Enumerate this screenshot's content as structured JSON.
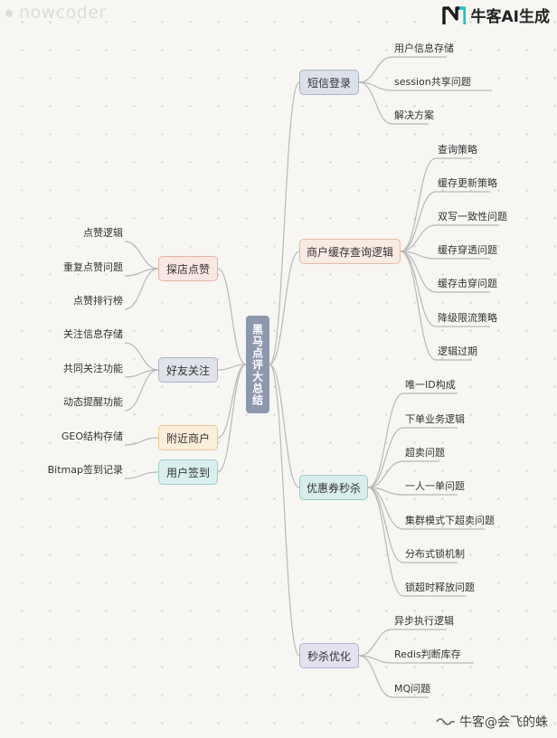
{
  "watermark_top": "nowcoder",
  "brand": {
    "text": "牛客AI生成",
    "logo_icon": "nowcoder-logo-icon"
  },
  "watermark_bottom": {
    "icon": "nowcoder-mini-logo-icon",
    "text": "牛客@会飞的蛛"
  },
  "root": "黑马点评大总结",
  "branches_right": [
    {
      "label": "短信登录",
      "color": "#dbe0ea",
      "leaves": [
        "用户信息存储",
        "session共享问题",
        "解决方案"
      ]
    },
    {
      "label": "商户缓存查询逻辑",
      "color": "#f9eae2",
      "leaves": [
        "查询策略",
        "缓存更新策略",
        "双写一致性问题",
        "缓存穿透问题",
        "缓存击穿问题",
        "降级限流策略",
        "逻辑过期"
      ]
    },
    {
      "label": "优惠券秒杀",
      "color": "#d9eeec",
      "leaves": [
        "唯一ID构成",
        "下单业务逻辑",
        "超卖问题",
        "一人一单问题",
        "集群模式下超卖问题",
        "分布式锁机制",
        "锁超时释放问题"
      ]
    },
    {
      "label": "秒杀优化",
      "color": "#e3e2ef",
      "leaves": [
        "异步执行逻辑",
        "Redis判断库存",
        "MQ问题"
      ]
    }
  ],
  "branches_left": [
    {
      "label": "探店点赞",
      "color": "#f8e7e3",
      "leaves": [
        "点赞逻辑",
        "重复点赞问题",
        "点赞排行榜"
      ]
    },
    {
      "label": "好友关注",
      "color": "#e0e2ea",
      "leaves": [
        "关注信息存储",
        "共同关注功能",
        "动态提醒功能"
      ]
    },
    {
      "label": "附近商户",
      "color": "#fbefdc",
      "leaves": [
        "GEO结构存储"
      ]
    },
    {
      "label": "用户签到",
      "color": "#d9efee",
      "leaves": [
        "Bitmap签到记录"
      ]
    }
  ]
}
